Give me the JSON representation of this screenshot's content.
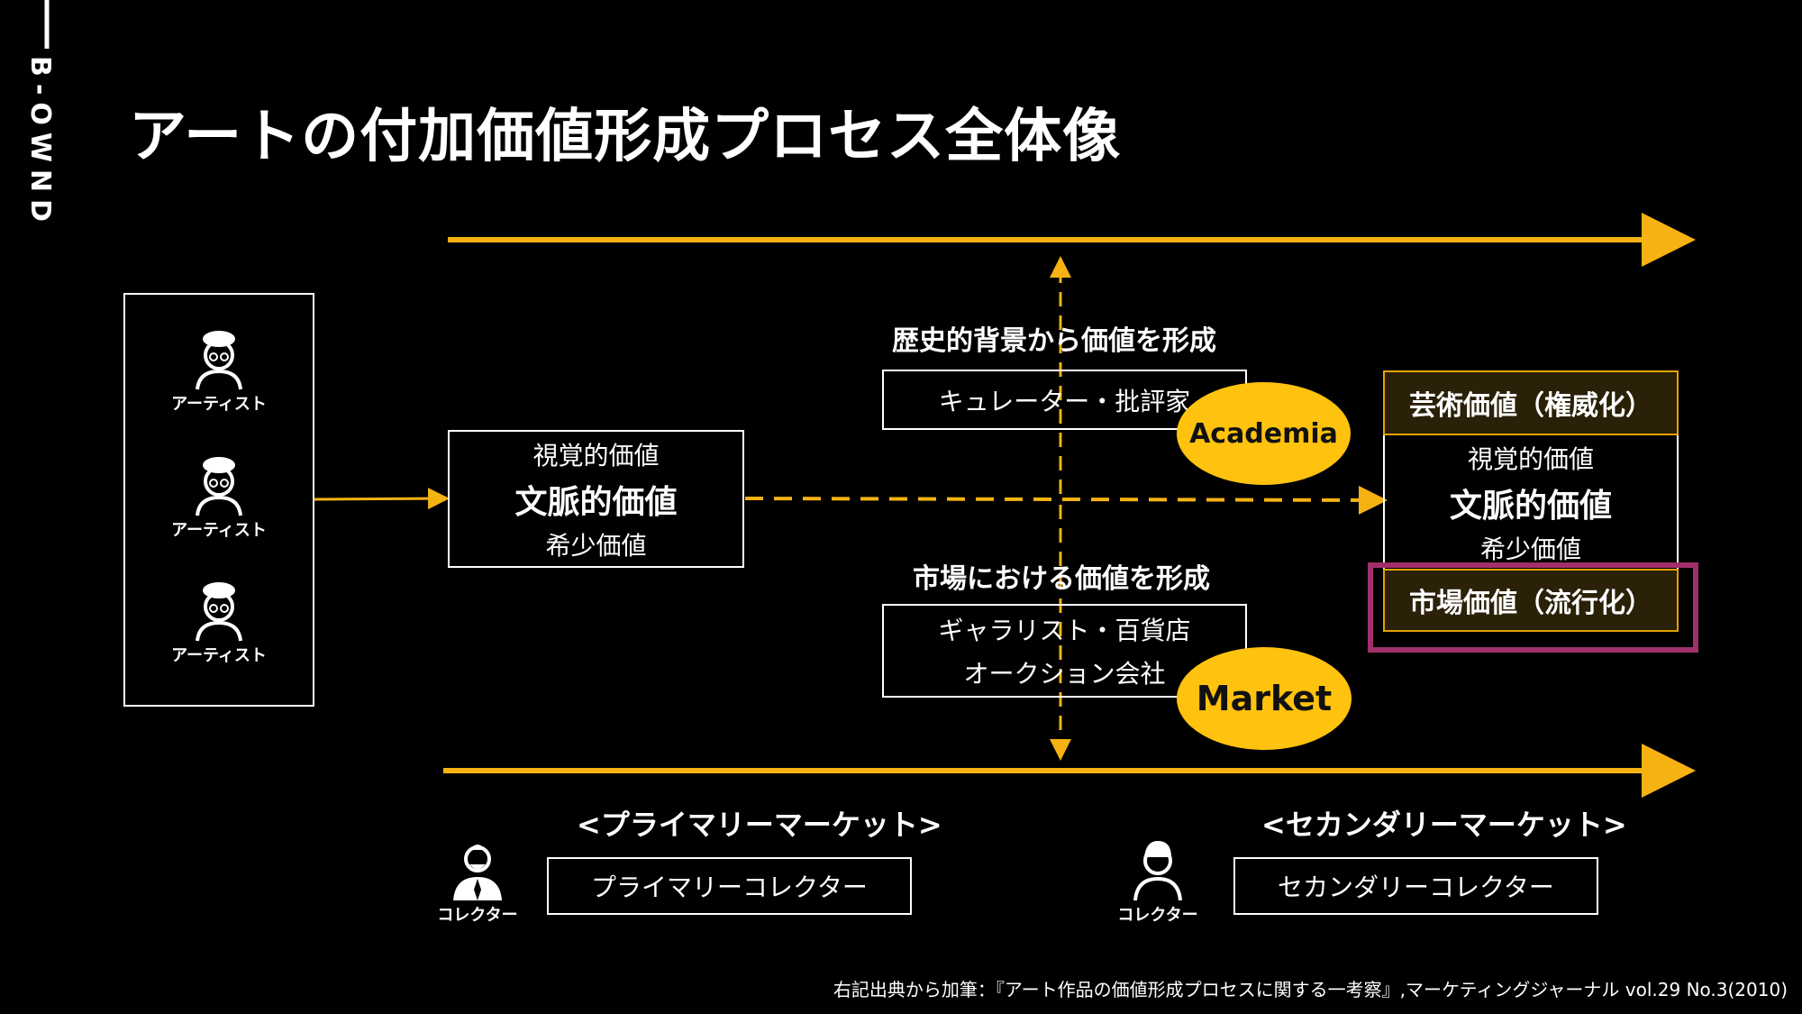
{
  "brand": "B-OWND",
  "title": "アートの付加価値形成プロセス全体像",
  "artist_label": "アーティスト",
  "primary_values": {
    "visual": "視覚的価値",
    "context": "文脈的価値",
    "scarcity": "希少価値"
  },
  "academia": {
    "heading": "歴史的背景から価値を形成",
    "box": "キュレーター・批評家",
    "ellipse": "Academia"
  },
  "market": {
    "heading": "市場における価値を形成",
    "box_line1": "ギャラリスト・百貨店",
    "box_line2": "オークション会社",
    "ellipse": "Market"
  },
  "result": {
    "header": "芸術価値（権威化）",
    "visual": "視覚的価値",
    "context": "文脈的価値",
    "scarcity": "希少価値",
    "market_value": "市場価値（流行化）"
  },
  "primary_market": {
    "heading": "<プライマリーマーケット>",
    "collector_box": "プライマリーコレクター"
  },
  "secondary_market": {
    "heading": "<セカンダリーマーケット>",
    "collector_box": "セカンダリーコレクター"
  },
  "collector_label": "コレクター",
  "footer": "右記出典から加筆：『アート作品の価値形成プロセスに関する一考察』,マーケティングジャーナル vol.29 No.3(2010)",
  "colors": {
    "accent": "#F5B212",
    "ellipse": "#FFC20E",
    "highlight": "#A0306A",
    "gold_border": "#E3A300"
  }
}
